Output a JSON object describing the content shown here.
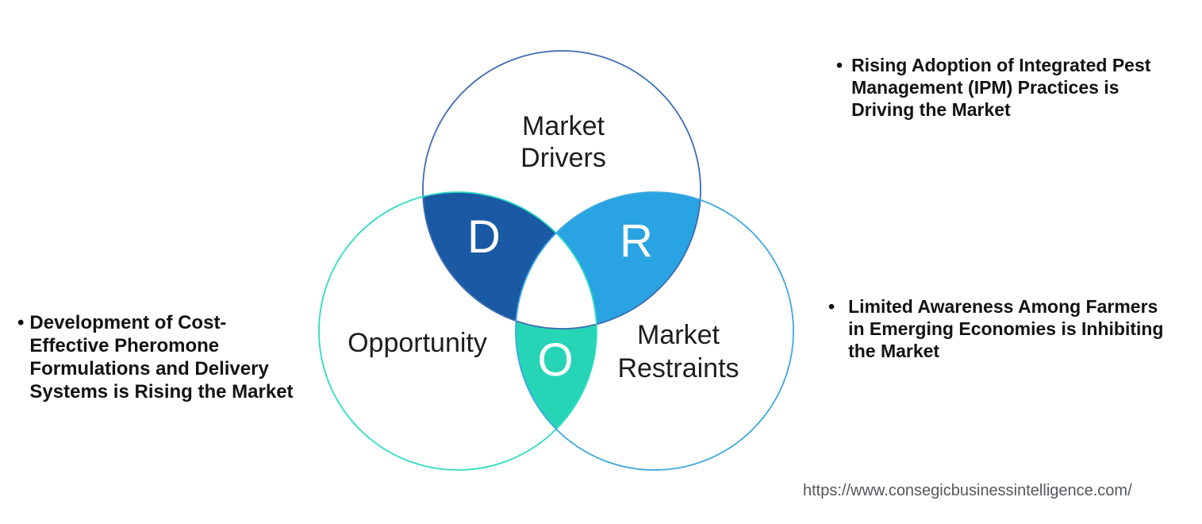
{
  "colors": {
    "drivers_fill": "#1a5aa4",
    "restraints_fill": "#29a3e2",
    "opportunity_fill": "#26d4b6",
    "center_fill": "#ffffff",
    "drivers_ring": "#3c6cb2",
    "opportunity_ring": "#2edcc4",
    "restraints_ring": "#3da8e0"
  },
  "venn": {
    "drivers": {
      "label_line1": "Market",
      "label_line2": "Drivers",
      "letter": "D"
    },
    "opportunity": {
      "label": "Opportunity",
      "letter": "O"
    },
    "restraints": {
      "label_line1": "Market",
      "label_line2": "Restraints",
      "letter": "R"
    }
  },
  "bullets": {
    "left": {
      "marker": "•",
      "lines": [
        "Development of Cost-",
        "Effective Pheromone",
        "Formulations and Delivery",
        "Systems is Rising the Market"
      ]
    },
    "right_top": {
      "marker": "•",
      "lines": [
        "Rising Adoption of Integrated Pest",
        "Management (IPM) Practices is",
        "Driving the Market"
      ]
    },
    "right_bottom": {
      "marker": "•",
      "lines": [
        "Limited Awareness Among Farmers",
        "in Emerging Economies is Inhibiting",
        "the Market"
      ]
    }
  },
  "footer": {
    "source_url": "https://www.consegicbusinessintelligence.com/"
  }
}
